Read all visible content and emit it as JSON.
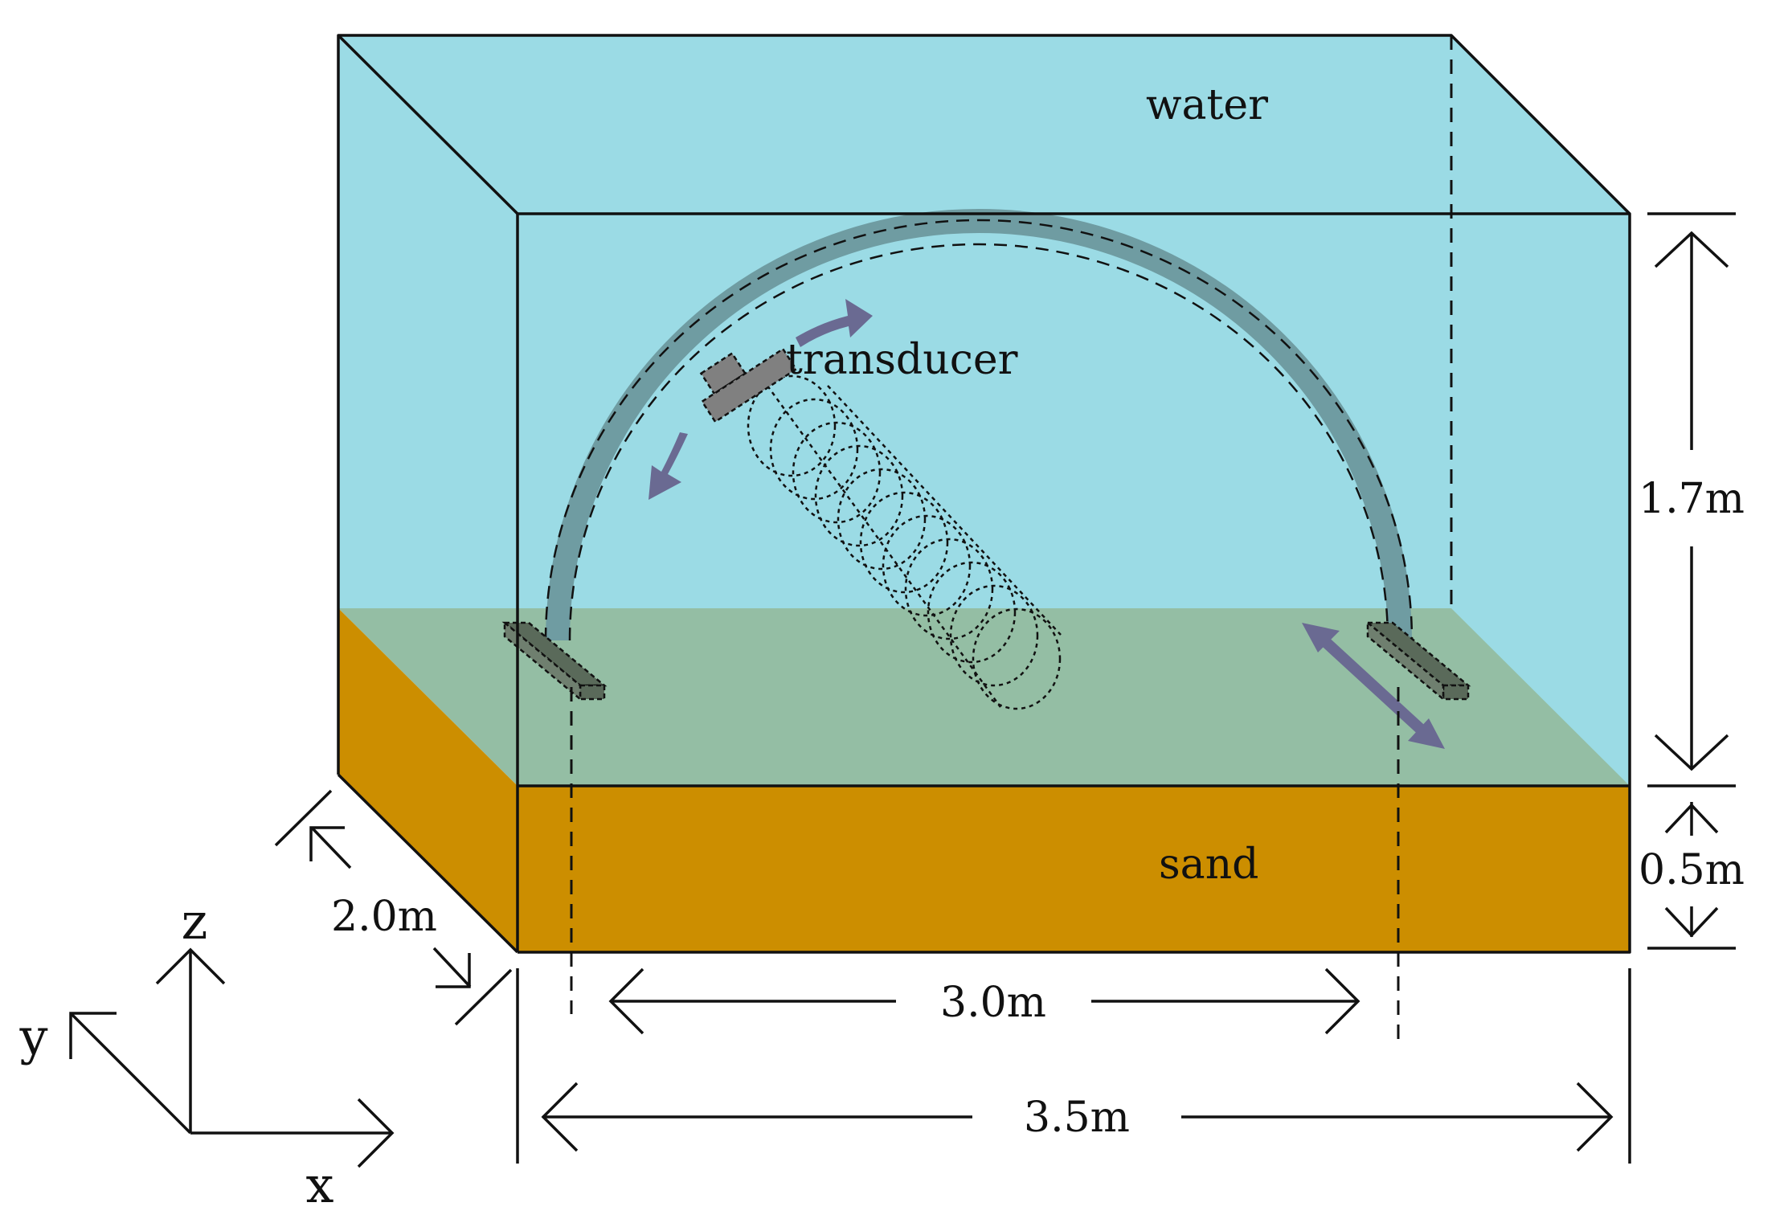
{
  "labels": {
    "water": "water",
    "sand": "sand",
    "transducer": "transducer",
    "height_water": "1.7m",
    "height_sand": "0.5m",
    "depth": "2.0m",
    "rail_span": "3.0m",
    "tank_length": "3.5m"
  },
  "axes": {
    "x": "x",
    "y": "y",
    "z": "z"
  },
  "colors": {
    "water": "#9bdbe5",
    "sand_top": "#94bea4",
    "sand_side": "#cc8e00",
    "rail": "#6f9ca2",
    "motion_arrow": "#6a6a92",
    "transducer": "#808080"
  }
}
